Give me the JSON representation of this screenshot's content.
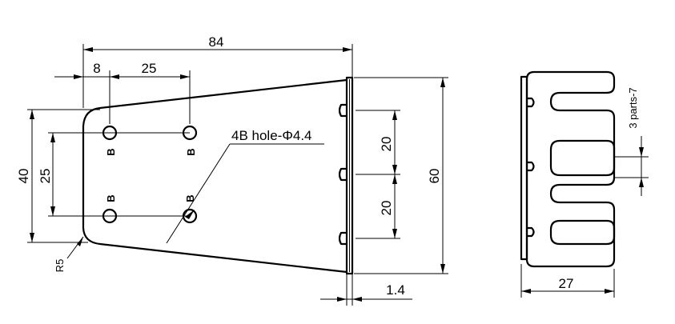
{
  "drawing": {
    "dimensions": {
      "overall_length": "84",
      "first_hole_offset": "8",
      "hole_spacing_x": "25",
      "left_height": "40",
      "hole_spacing_y": "25",
      "slot_pitch_upper": "20",
      "slot_pitch_lower": "20",
      "flange_height": "60",
      "flange_thickness": "1.4",
      "corner_radius": "R5",
      "side_width": "27",
      "slot_spacing": "3 parts-7"
    },
    "callout": "4B hole-Φ4.4",
    "hole_marker": "B"
  }
}
